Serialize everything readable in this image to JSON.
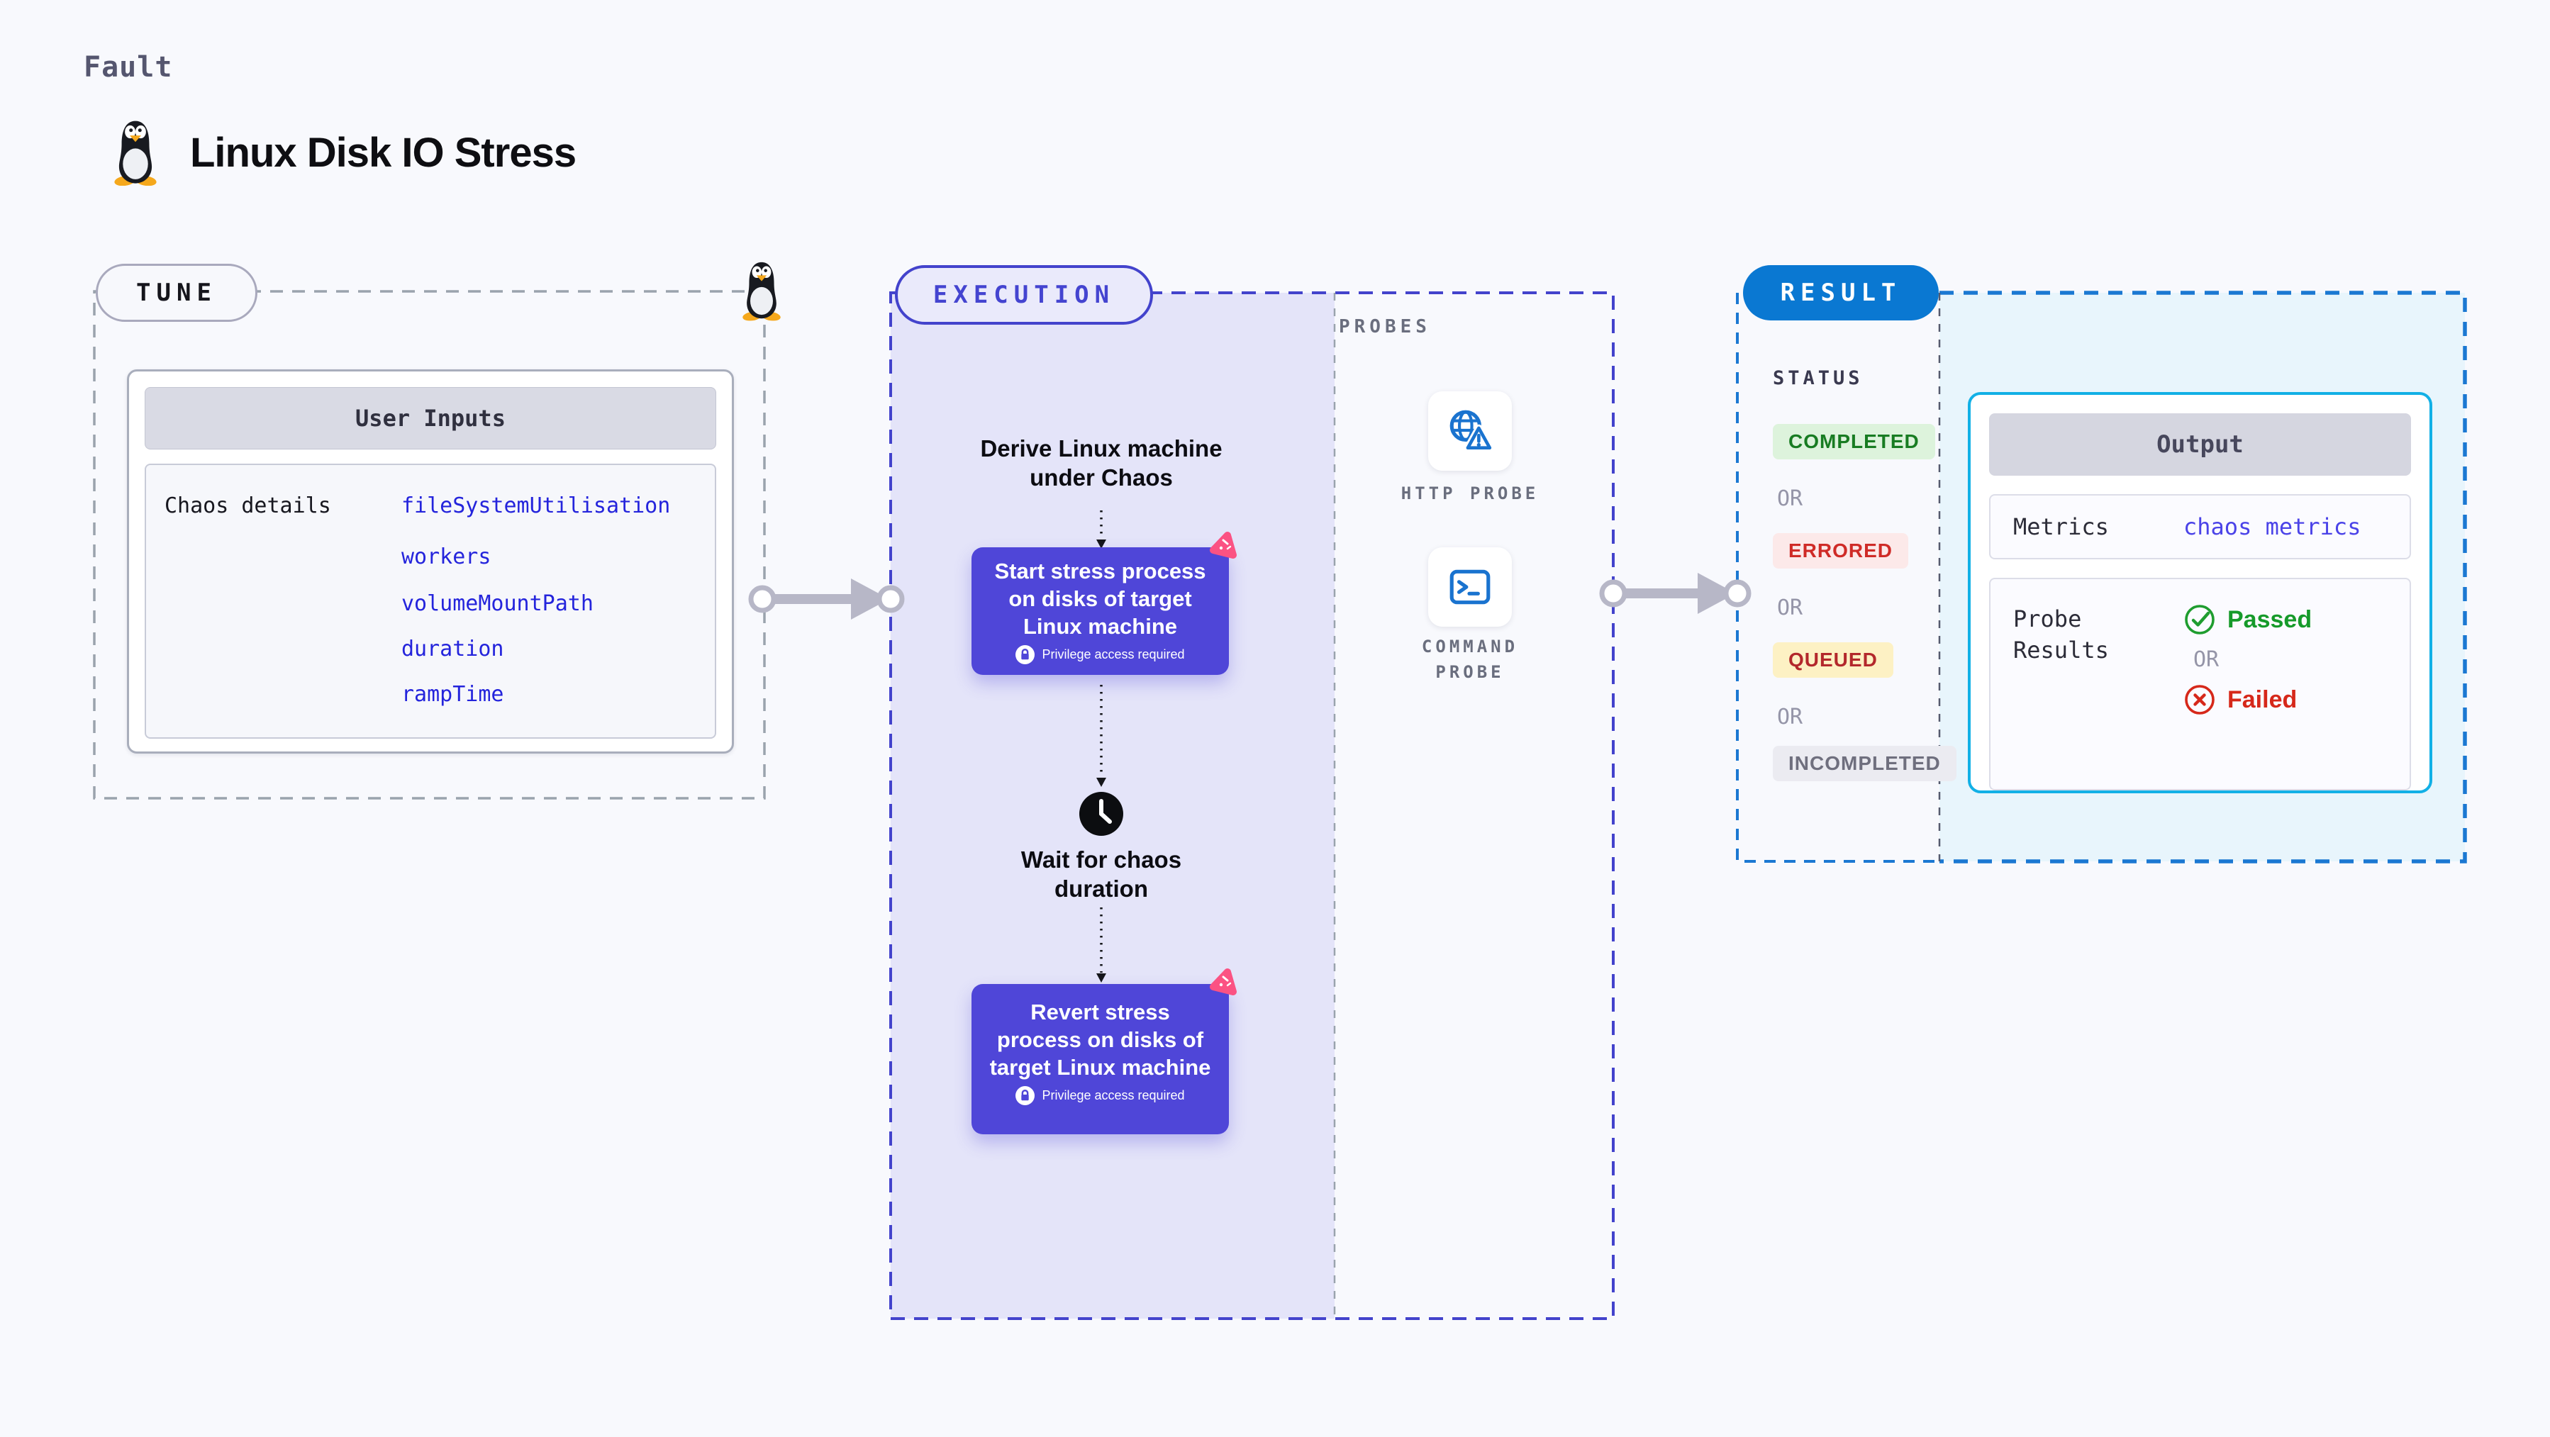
{
  "header": {
    "kicker": "Fault",
    "title": "Linux Disk IO Stress"
  },
  "tune": {
    "badge": "TUNE",
    "card_title": "User Inputs",
    "row_label": "Chaos details",
    "params": [
      "fileSystemUtilisation",
      "workers",
      "volumeMountPath",
      "duration",
      "rampTime"
    ]
  },
  "execution": {
    "badge": "EXECUTION",
    "derive_lines": [
      "Derive Linux machine",
      "under Chaos"
    ],
    "start_lines": [
      "Start stress process",
      "on disks of target",
      "Linux machine"
    ],
    "privilege_note": "Privilege access required",
    "wait_lines": [
      "Wait for chaos",
      "duration"
    ],
    "revert_lines": [
      "Revert stress",
      "process on disks of",
      "target Linux machine"
    ]
  },
  "probes": {
    "section_label": "PROBES",
    "http_label": "HTTP PROBE",
    "command_label_lines": [
      "COMMAND",
      "PROBE"
    ]
  },
  "result": {
    "badge": "RESULT",
    "status_label": "STATUS",
    "or_label": "OR",
    "statuses": {
      "completed": {
        "label": "COMPLETED",
        "bg": "#ddf3dc",
        "fg": "#187c22"
      },
      "errored": {
        "label": "ERRORED",
        "bg": "#fce9e9",
        "fg": "#cf2b27"
      },
      "queued": {
        "label": "QUEUED",
        "bg": "#fdf1c4",
        "fg": "#b3282c"
      },
      "incompleted": {
        "label": "INCOMPLETED",
        "bg": "#ebebf1",
        "fg": "#6f6f7e"
      }
    },
    "output": {
      "title": "Output",
      "metrics_label": "Metrics",
      "metrics_value": "chaos metrics",
      "probe_results_lines": [
        "Probe",
        "Results"
      ],
      "passed_label": "Passed",
      "or_label": "OR",
      "failed_label": "Failed"
    }
  },
  "icons": {
    "linux-penguin-icon": "Tux the Linux penguin",
    "chaos-experiment-icon": "pink chaos experiment triangle",
    "lock-icon": "privilege lock",
    "clock-icon": "wait clock",
    "globe-warning-icon": "HTTP probe globe with warning triangle",
    "terminal-icon": "command probe terminal",
    "check-circle-icon": "passed check",
    "x-circle-icon": "failed cross",
    "flow-arrow-icon": "gray connector arrow"
  },
  "colors": {
    "page_bg": "#f8f9fd",
    "tune_dash": "#9aa3ad",
    "execution_dash": "#4343cc",
    "execution_bg": "#e4e4f9",
    "result_dash": "#1b78d2",
    "result_bg": "#e8f5fc",
    "output_border": "#12b0e6",
    "step_purple": "#4f46d8",
    "param_blue": "#2424dc",
    "probe_icon_blue": "#1a73cf",
    "pink_accent": "#fb5283",
    "arrow_gray": "#b7b7c7",
    "result_badge_blue": "#0a78d2"
  }
}
